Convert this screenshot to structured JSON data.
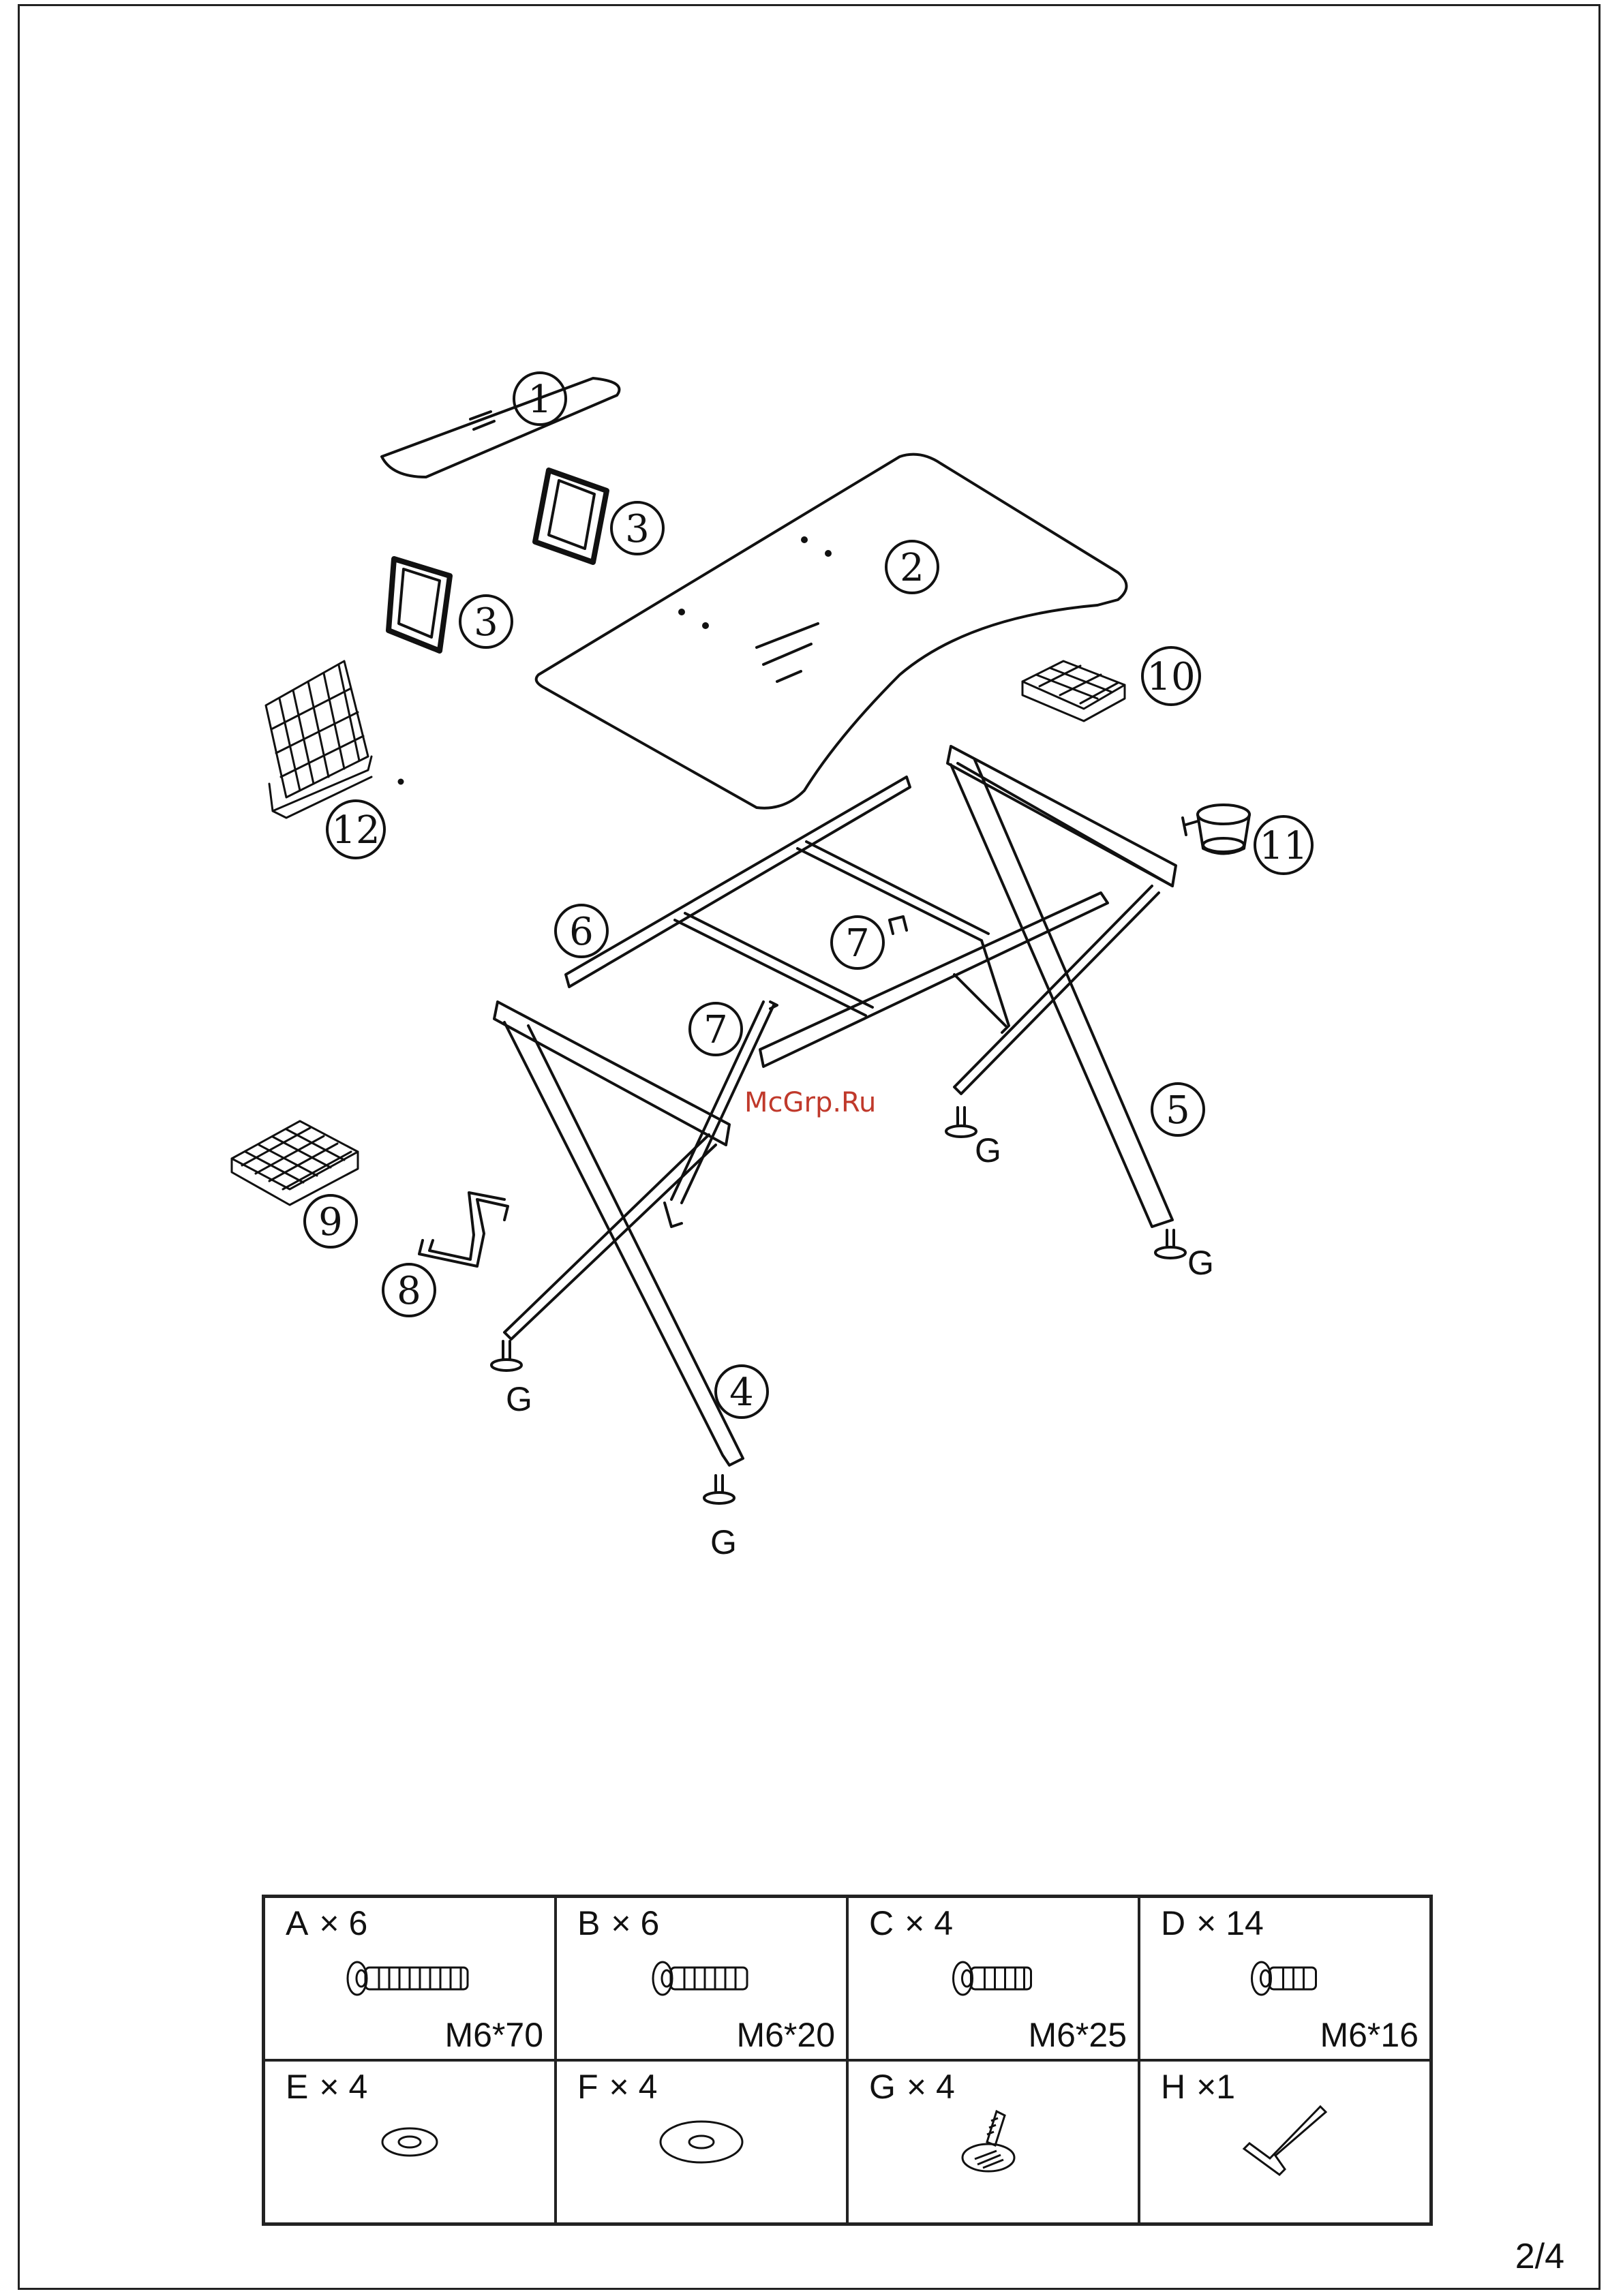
{
  "watermark": "McGrp.Ru",
  "page_number": "2/4",
  "callouts": {
    "c1": "1",
    "c2": "2",
    "c3a": "3",
    "c3b": "3",
    "c4": "4",
    "c5": "5",
    "c6": "6",
    "c7a": "7",
    "c7b": "7",
    "c8": "8",
    "c9": "9",
    "c10": "10",
    "c11": "11",
    "c12": "12"
  },
  "foot_labels": [
    "G",
    "G",
    "G",
    "G"
  ],
  "hardware": [
    {
      "letter": "A",
      "qty": "× 6",
      "size": "M6*70",
      "icon": "long-bolt-icon"
    },
    {
      "letter": "B",
      "qty": "× 6",
      "size": "M6*20",
      "icon": "bolt-icon"
    },
    {
      "letter": "C",
      "qty": "× 4",
      "size": "M6*25",
      "icon": "bolt-icon"
    },
    {
      "letter": "D",
      "qty": "× 14",
      "size": "M6*16",
      "icon": "short-bolt-icon"
    },
    {
      "letter": "E",
      "qty": "× 4",
      "size": "",
      "icon": "small-washer-icon"
    },
    {
      "letter": "F",
      "qty": "× 4",
      "size": "",
      "icon": "large-washer-icon"
    },
    {
      "letter": "G",
      "qty": "× 4",
      "size": "",
      "icon": "leveling-foot-icon"
    },
    {
      "letter": "H",
      "qty": "×1",
      "size": "",
      "icon": "hex-key-icon"
    }
  ]
}
